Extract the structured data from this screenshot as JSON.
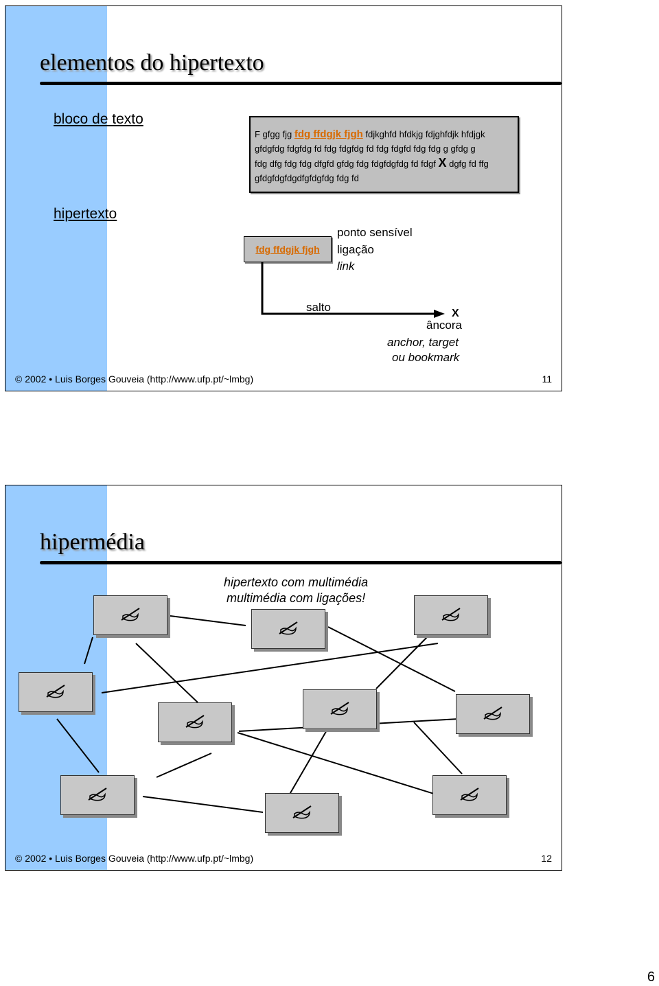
{
  "slide1": {
    "title": "elementos do hipertexto",
    "label_block": "bloco de texto",
    "label_hypertext": "hipertexto",
    "text_block": {
      "line1_start": "F gfgg fjg",
      "line1_link": "fdg ffdgjk fjgh",
      "line1_end": "fdjkghfd hfdkjg fdjghfdjk hfdjgk",
      "line2": "gfdgfdg fdgfdg fd fdg fdgfdg fd fdg fdgfd fdg fdg g gfdg g",
      "line3_start": "fdg dfg fdg fdg dfgfd gfdg fdg fdgfdgfdg fd fdgf",
      "line3_x": "X",
      "line3_end": "dgfg fd ffg",
      "line4": "gfdgfdgfdgdfgfdgfdg fdg fd"
    },
    "hotspot_label": "fdg ffdgjk fjgh",
    "hotspot_notes": [
      "ponto sensível",
      "ligação",
      "link"
    ],
    "jump_label": "salto",
    "anchor_x": "X",
    "anchor_notes": [
      "âncora",
      "anchor, target",
      "ou bookmark"
    ],
    "footer": {
      "copyright": "© 2002 • Luis Borges Gouveia    (http://www.ufp.pt/~lmbg)",
      "page": "11"
    }
  },
  "slide2": {
    "title": "hipermédia",
    "subtitle_lines": [
      "hipertexto com multimédia",
      "multimédia com ligações!"
    ],
    "footer": {
      "copyright": "© 2002 • Luis Borges Gouveia    (http://www.ufp.pt/~lmbg)",
      "page": "12"
    }
  },
  "page_number": "6"
}
